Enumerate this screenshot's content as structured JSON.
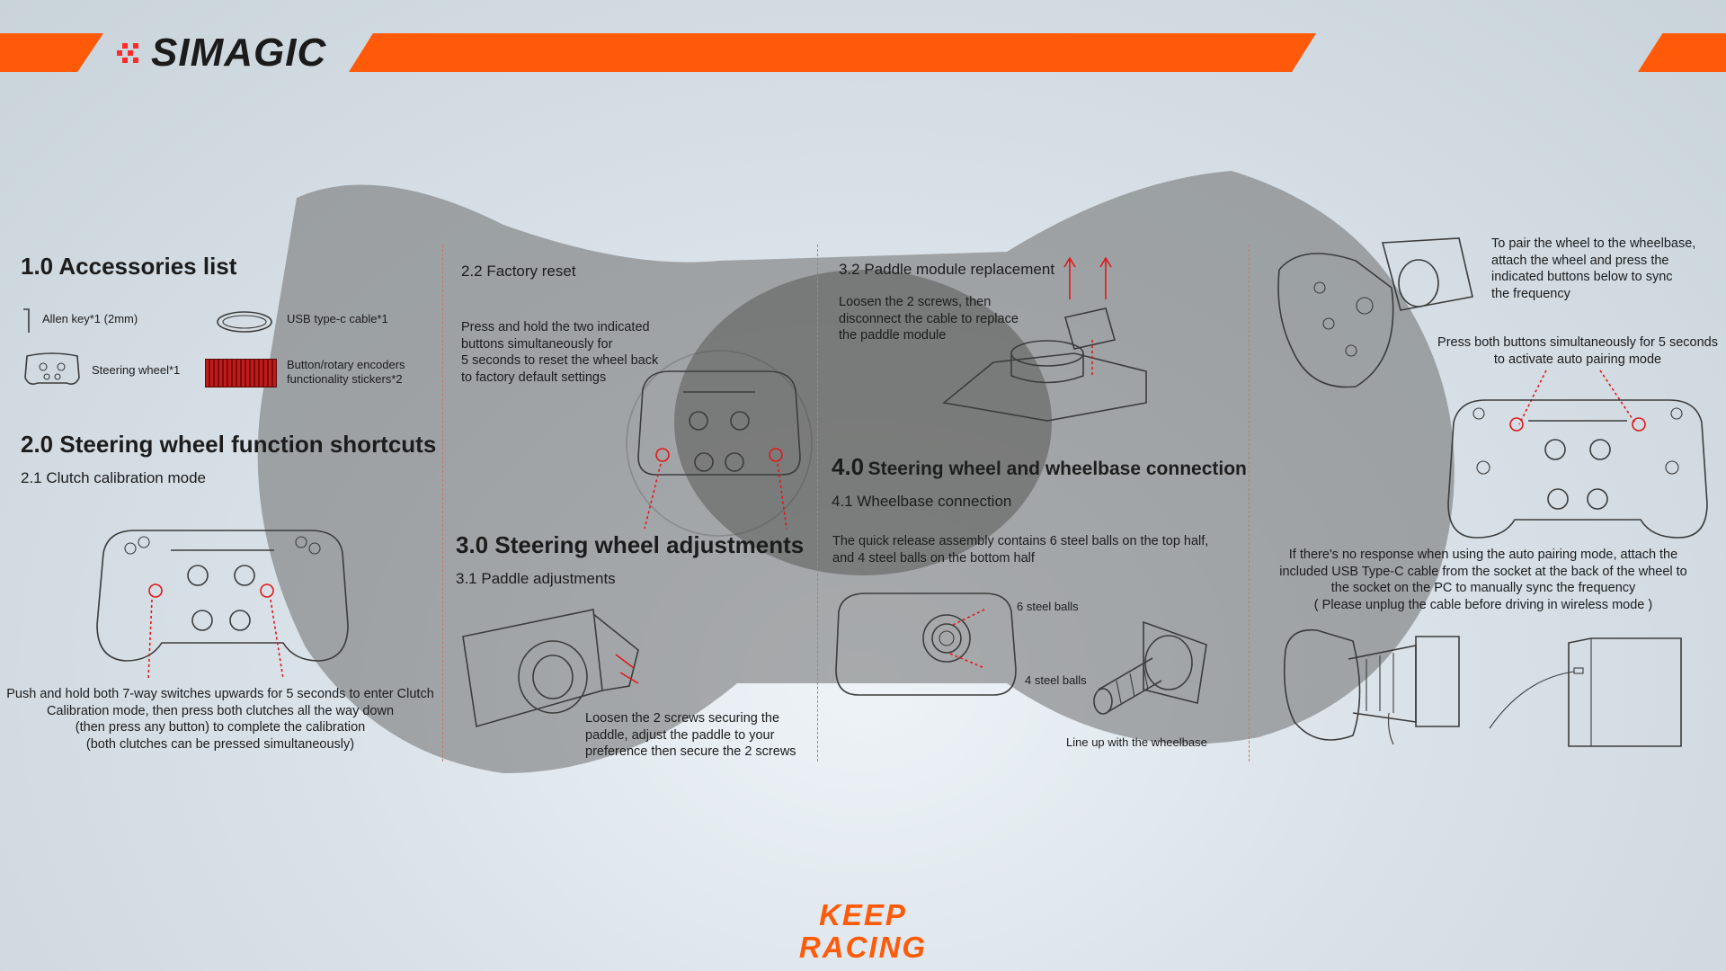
{
  "brand": {
    "name": "SIMAGIC",
    "footer_line1": "KEEP",
    "footer_line2": "RACING",
    "accent_color": "#ff5a0a"
  },
  "sections": {
    "accessories": {
      "title": "1.0 Accessories list",
      "items": [
        {
          "label": "Allen key*1 (2mm)",
          "icon": "allen-key-icon"
        },
        {
          "label": "USB type-c cable*1",
          "icon": "usb-cable-icon"
        },
        {
          "label": "Steering wheel*1",
          "icon": "steering-wheel-icon"
        },
        {
          "label": "Button/rotary encoders functionality stickers*2",
          "line1": "Button/rotary encoders",
          "line2": "functionality stickers*2",
          "icon": "sticker-sheet-icon"
        }
      ]
    },
    "shortcuts": {
      "title": "2.0 Steering wheel function shortcuts",
      "clutch": {
        "title": "2.1 Clutch calibration mode",
        "lines": [
          "Push and hold both 7-way switches upwards for 5 seconds to enter Clutch",
          "Calibration mode, then press both clutches all the way  down",
          "(then press any button) to complete the calibration",
          "(both clutches can be pressed simultaneously)"
        ]
      },
      "factory_reset": {
        "title": "2.2 Factory reset",
        "lines": [
          "Press and hold the two indicated",
          "buttons simultaneously for",
          "5 seconds to reset the wheel back",
          "to factory default settings"
        ]
      }
    },
    "adjustments": {
      "title": "3.0 Steering wheel adjustments",
      "paddle": {
        "title": "3.1 Paddle adjustments",
        "lines": [
          "Loosen the 2 screws securing the",
          "paddle, adjust the paddle to your",
          "preference then secure the 2 screws"
        ]
      },
      "module": {
        "title": "3.2 Paddle module replacement",
        "lines": [
          "Loosen the 2 screws, then",
          "disconnect the cable to replace",
          "the paddle module"
        ]
      }
    },
    "connection": {
      "title_num": "4.0",
      "title_text": "Steering wheel and wheelbase connection",
      "wheelbase": {
        "title": "4.1 Wheelbase connection",
        "lines": [
          "The quick release assembly contains 6 steel balls on the top half,",
          "and 4 steel balls on the bottom half"
        ],
        "label_top": "6 steel balls",
        "label_bottom": "4 steel balls",
        "caption": "Line up with the wheelbase"
      },
      "pairing": {
        "lines": [
          "To pair the wheel to the wheelbase,",
          "attach the wheel and press the",
          "indicated buttons below to sync",
          "the frequency"
        ],
        "auto_lines": [
          "Press both buttons simultaneously for 5 seconds",
          "to activate auto pairing mode"
        ],
        "fallback_lines": [
          "If there's no response when using the auto pairing mode, attach the",
          "included USB Type-C cable from the socket at the back of the wheel to",
          "the socket on the PC to manually sync the frequency",
          "( Please unplug the cable before driving  in wireless mode )"
        ]
      }
    }
  }
}
